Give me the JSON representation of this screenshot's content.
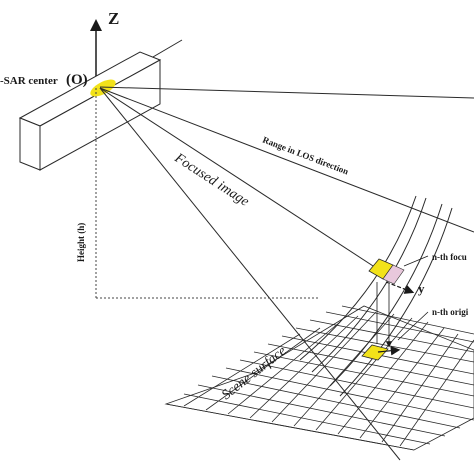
{
  "diagram": {
    "axis_z_label": "Z",
    "sar_center_label": "-SAR center",
    "origin_label": "(O)",
    "range_label": "Range in LOS direction",
    "focused_image_label": "Focused image",
    "height_label": "Height (h)",
    "scene_surface_label": "Scene surface",
    "nth_focused_label": "n-th focu",
    "nth_original_label": "n-th origi",
    "y_axis_label": "y"
  },
  "colors": {
    "highlight": "#f2e21a",
    "highlight_pink": "#e8c8dc",
    "line": "#2a2a2a",
    "dotted": "#444444"
  }
}
